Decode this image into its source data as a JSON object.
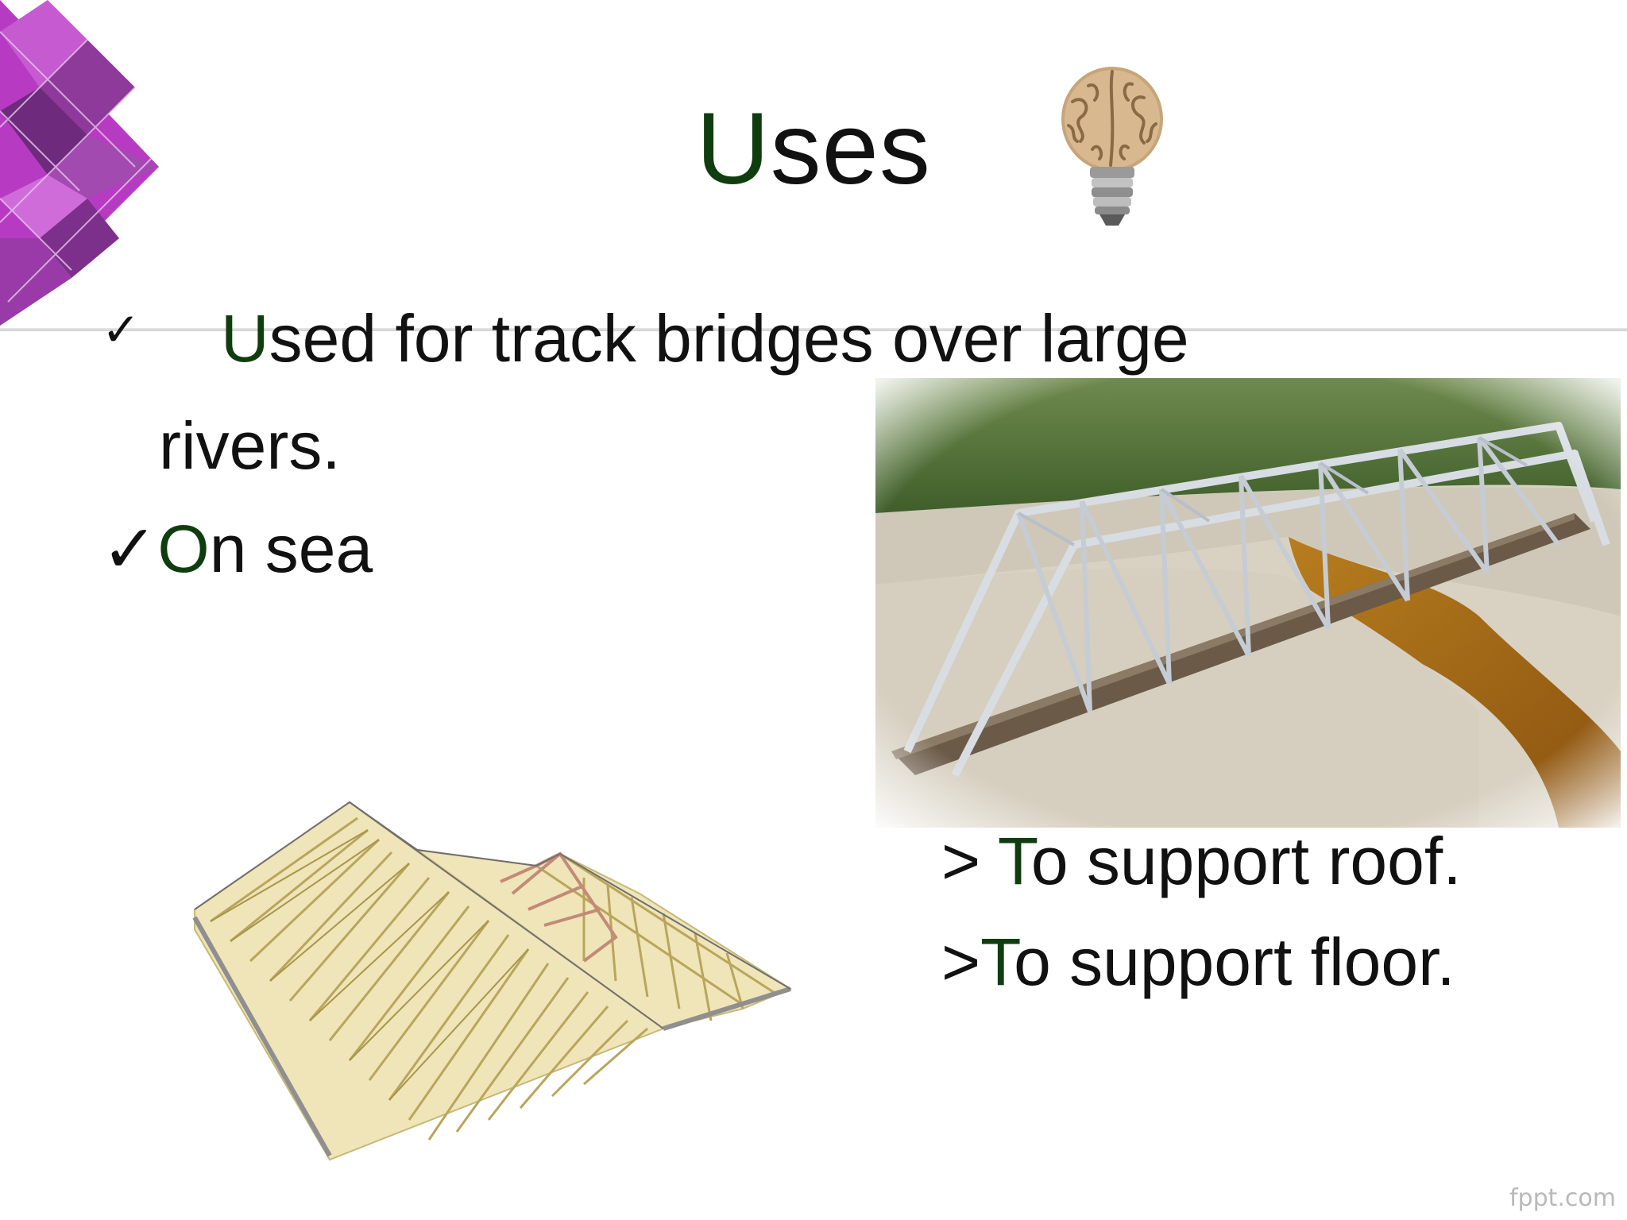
{
  "slide": {
    "title": {
      "accent": "U",
      "rest": "ses"
    },
    "bullets": [
      {
        "marker": "✓",
        "accent": "U",
        "rest": "sed for track bridges over large",
        "continuation": "rivers."
      },
      {
        "marker": "✓",
        "accent": "O",
        "rest": "n sea"
      }
    ],
    "right_points": [
      {
        "prefix": "> ",
        "accent": "T",
        "rest": "o support roof."
      },
      {
        "prefix": ">",
        "accent": "T",
        "rest": "o support floor."
      }
    ],
    "watermark": "fppt.com"
  },
  "colors": {
    "accent_text": "#0f3d0f",
    "body_text": "#111111",
    "logo_purple": "#b030b8",
    "logo_dark": "#5a1a6a"
  },
  "images": {
    "title_icon": "brain-lightbulb-icon",
    "bridge_photo": "steel-truss-railway-bridge",
    "roof_diagram": "roof-truss-framework"
  }
}
